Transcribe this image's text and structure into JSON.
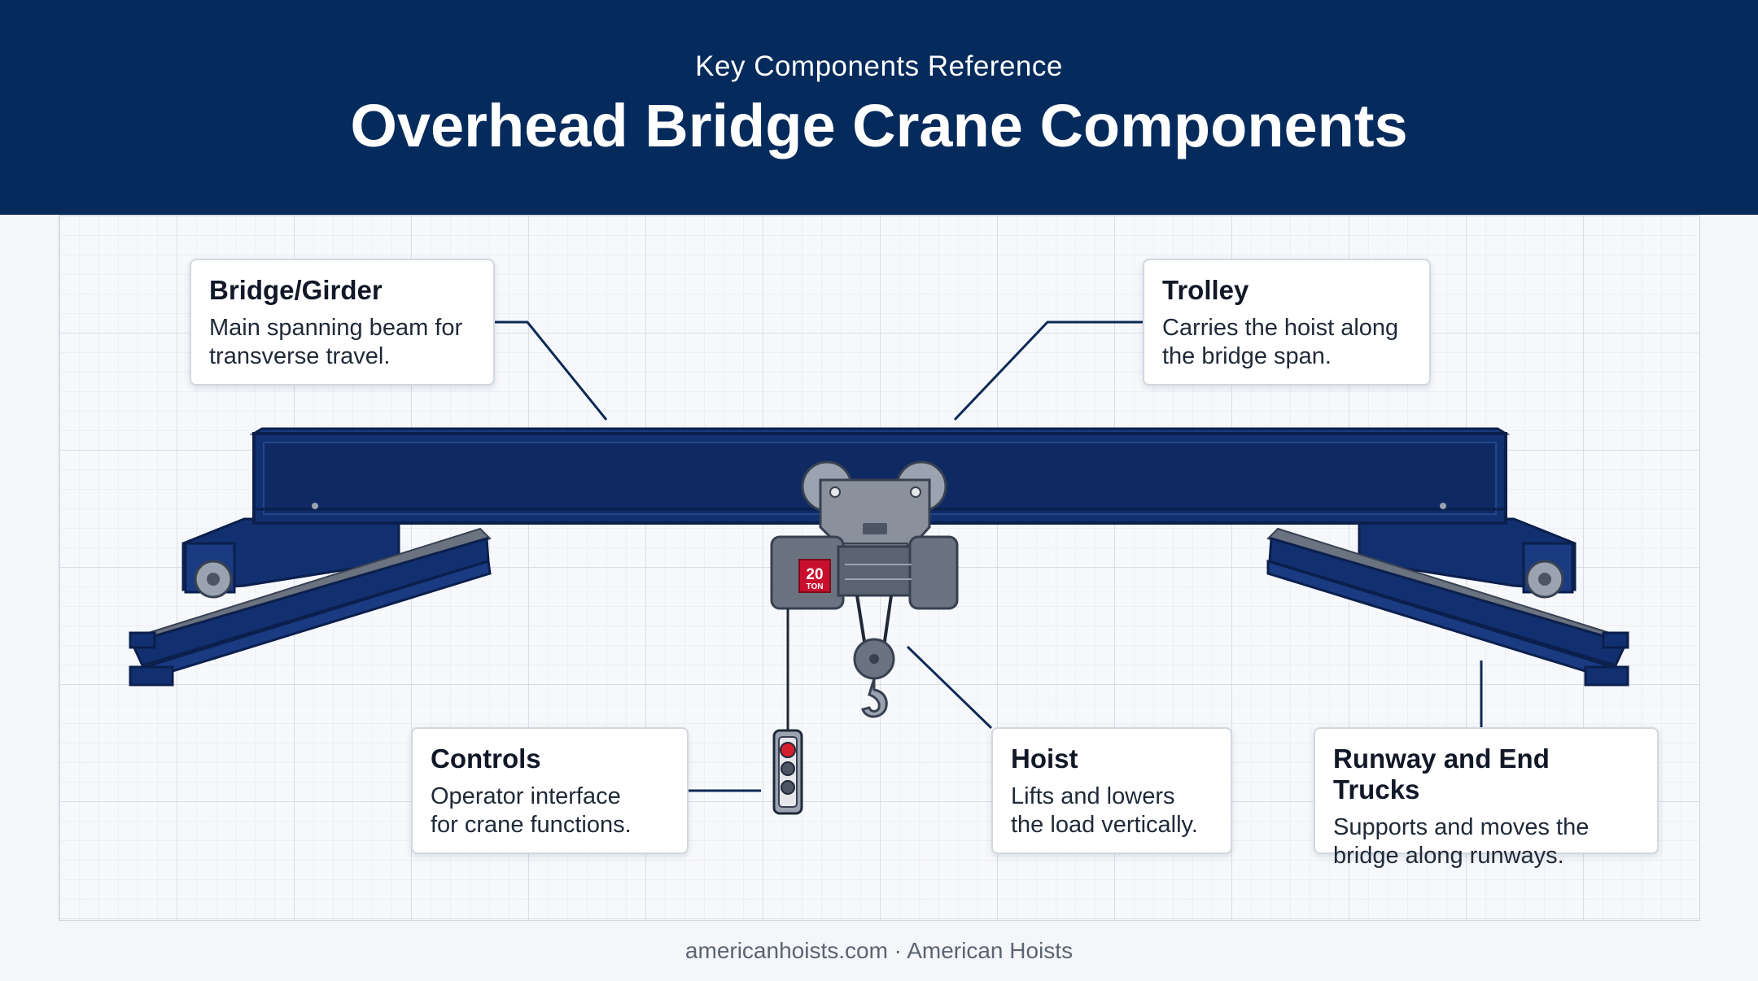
{
  "header": {
    "subtitle": "Key Components Reference",
    "title": "Overhead Bridge Crane Components"
  },
  "hoist_badge": {
    "capacity": "20",
    "unit": "TON"
  },
  "callouts": {
    "bridge": {
      "title": "Bridge/Girder",
      "line1": "Main spanning beam for",
      "line2": "transverse travel."
    },
    "trolley": {
      "title": "Trolley",
      "line1": "Carries the hoist along",
      "line2": "the bridge span."
    },
    "controls": {
      "title": "Controls",
      "line1": "Operator interface",
      "line2": "for crane functions."
    },
    "hoist": {
      "title": "Hoist",
      "line1": "Lifts and lowers",
      "line2": "the load vertically."
    },
    "runway": {
      "title": "Runway and End Trucks",
      "line1": "Supports and moves the",
      "line2": "bridge along runways."
    }
  },
  "footer": {
    "text": "americanhoists.com · American Hoists"
  },
  "colors": {
    "header_bg": "#052a5c",
    "steel_blue": "#12306f",
    "steel_dark": "#0b1f4d",
    "hoist_gray": "#6b7280",
    "badge_red": "#c8102e",
    "leader_line": "#0b2a55"
  }
}
